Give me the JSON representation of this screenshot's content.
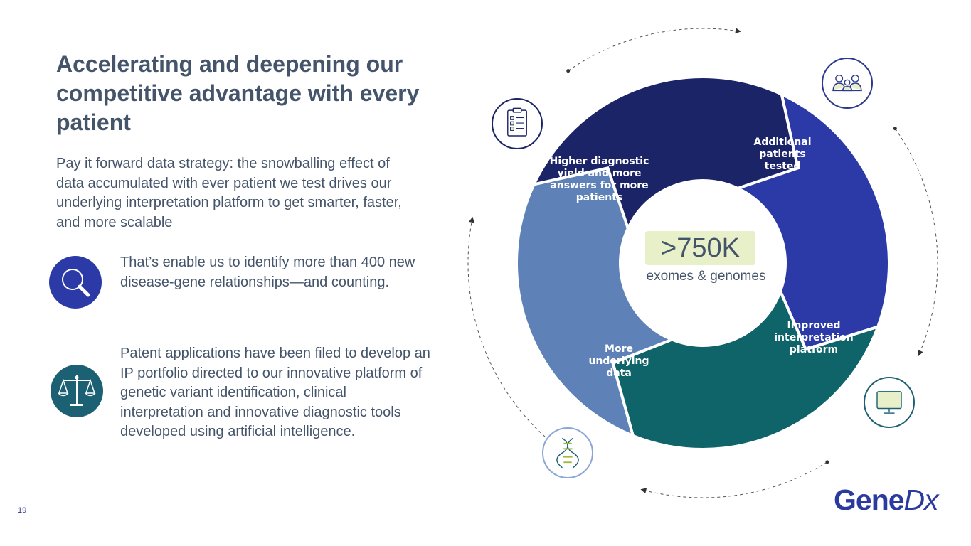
{
  "title": "Accelerating and deepening our competitive advantage with every patient",
  "lead": "Pay it forward data strategy: the snowballing effect of data accumulated with ever patient we test drives our underlying interpretation platform to get smarter, faster, and more scalable",
  "features": [
    {
      "icon": "magnifier-icon",
      "text": "That’s enable us to identify more than 400 new disease-gene relationships—and counting."
    },
    {
      "icon": "scales-icon",
      "text": "Patent applications have been filed to develop an IP portfolio directed to our innovative platform of genetic variant identification, clinical interpretation and innovative diagnostic tools developed using artificial intelligence."
    }
  ],
  "cycle": {
    "center_value": ">750K",
    "center_label": "exomes & genomes",
    "segments": [
      {
        "label": "Additional patients tested",
        "color": "#2b3aa6",
        "icon": "patients-icon"
      },
      {
        "label": "Improved interpretation platform",
        "color": "#0e6468",
        "icon": "computer-monitor-icon"
      },
      {
        "label": "More underlying data",
        "color": "#5e81b8",
        "icon": "dna-icon"
      },
      {
        "label": "Higher diagnostic yield and more answers for more patients",
        "color": "#1c2468",
        "icon": "clipboard-checklist-icon"
      }
    ]
  },
  "page_number": "19",
  "logo": {
    "text": "GeneDx",
    "main": "Gene",
    "accent": "Dx"
  },
  "colors": {
    "text": "#44546a",
    "accent_blue": "#2b3aa6",
    "accent_teal": "#1c6074",
    "badge": "#e7f0c8"
  }
}
